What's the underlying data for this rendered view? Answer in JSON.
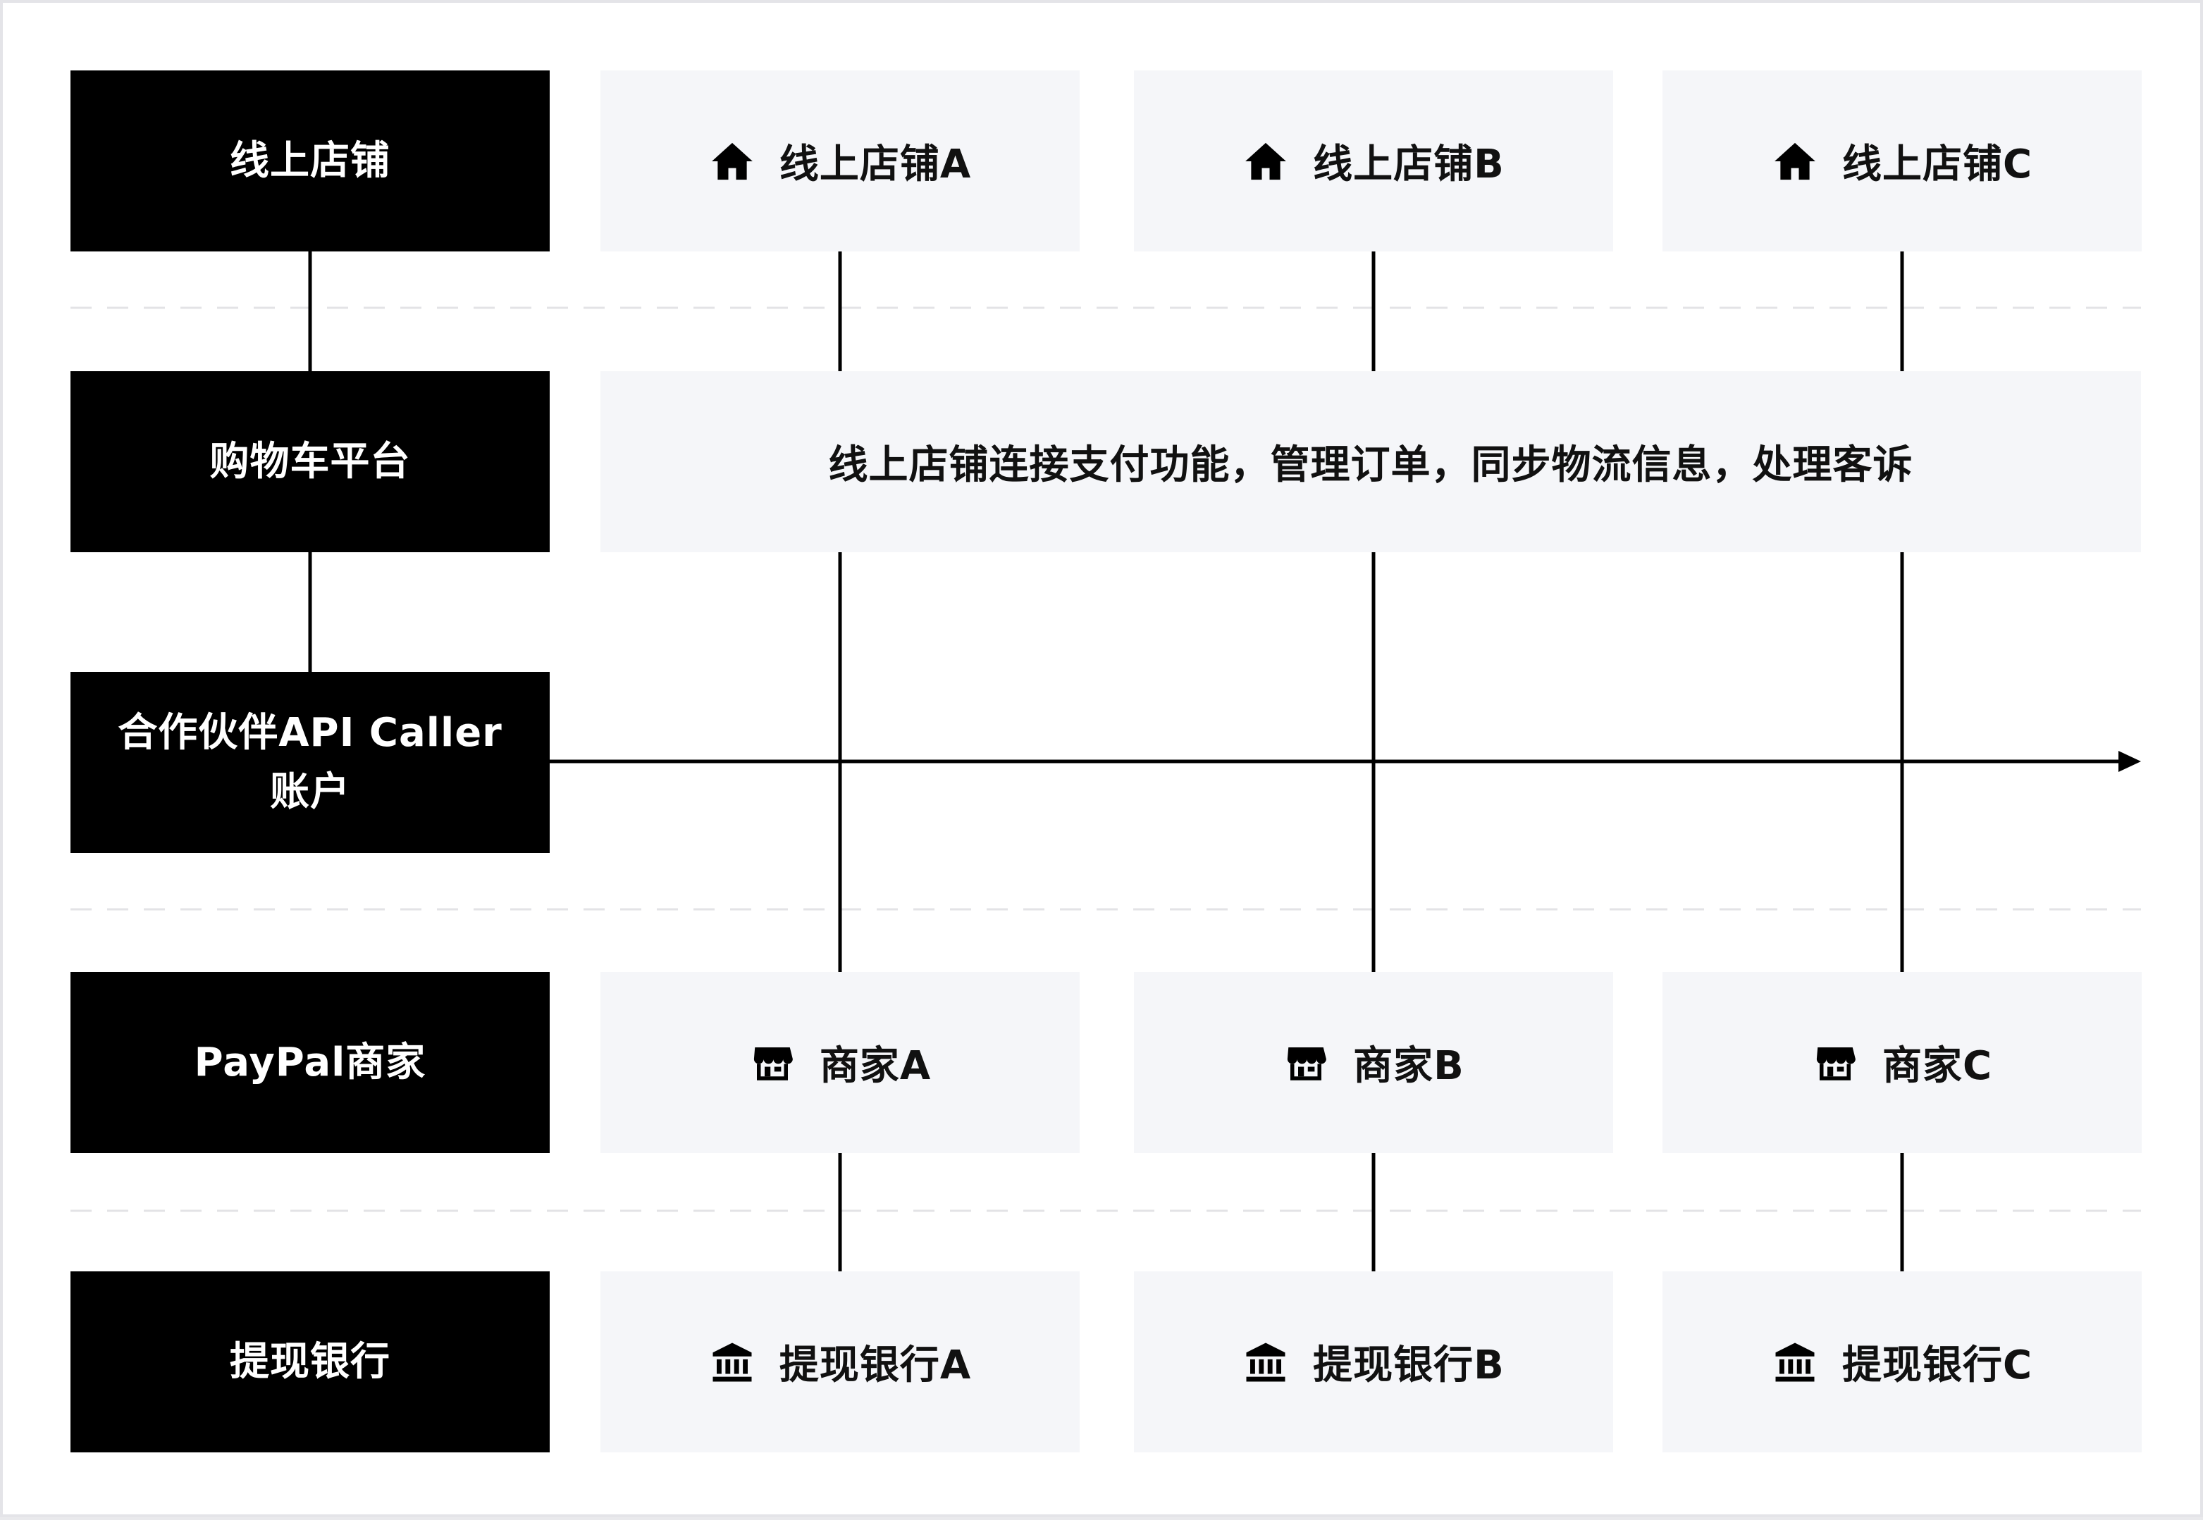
{
  "rows": [
    {
      "label": "线上店铺"
    },
    {
      "label": "购物车平台"
    },
    {
      "label": "合作伙伴API Caller\n账户"
    },
    {
      "label": "PayPal商家"
    },
    {
      "label": "提现银行"
    }
  ],
  "stores": [
    {
      "label": "线上店铺A",
      "icon": "house-icon"
    },
    {
      "label": "线上店铺B",
      "icon": "house-icon"
    },
    {
      "label": "线上店铺C",
      "icon": "house-icon"
    }
  ],
  "platform_description": "线上店铺连接支付功能，管理订单，同步物流信息，处理客诉",
  "merchants": [
    {
      "label": "商家A",
      "icon": "storefront-icon"
    },
    {
      "label": "商家B",
      "icon": "storefront-icon"
    },
    {
      "label": "商家C",
      "icon": "storefront-icon"
    }
  ],
  "banks": [
    {
      "label": "提现银行A",
      "icon": "bank-icon"
    },
    {
      "label": "提现银行B",
      "icon": "bank-icon"
    },
    {
      "label": "提现银行C",
      "icon": "bank-icon"
    }
  ],
  "colors": {
    "label_box": "#000000",
    "entity_box": "#f5f6f9",
    "line": "#000000",
    "divider": "#e3e3e6"
  }
}
